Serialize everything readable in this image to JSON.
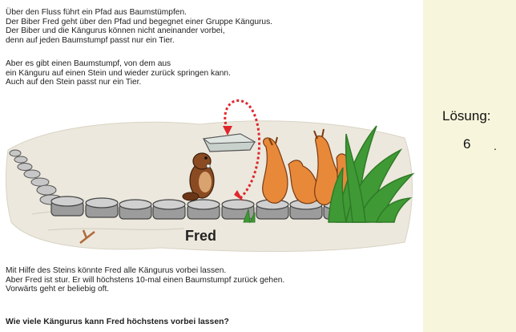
{
  "task": {
    "paragraph1": "Über den Fluss führt ein Pfad aus Baumstümpfen.\nDer Biber Fred geht über den Pfad und begegnet einer Gruppe Kängurus.\nDer Biber und die Kängurus können nicht aneinander vorbei,\ndenn auf jeden Baumstumpf passt nur ein Tier.",
    "paragraph2": "Aber es gibt einen Baumstumpf, von dem aus\nein Känguru auf einen Stein und wieder zurück springen kann.\nAuch auf den Stein passt nur ein Tier.",
    "paragraph3": "Mit Hilfe des Steins könnte Fred alle Kängurus vorbei lassen.\nAber Fred ist stur. Er will höchstens 10-mal einen Baumstumpf zurück gehen.\nVorwärts geht er beliebig oft.",
    "question": "Wie viele Kängurus kann Fred höchstens vorbei lassen?"
  },
  "illustration": {
    "beaver_label": "Fred"
  },
  "solution": {
    "label": "Lösung:",
    "value": "6",
    "trailing": "."
  },
  "colors": {
    "sidebar_bg": "#f7f5dc",
    "arrow": "#e0262b",
    "kangaroo": "#e8893a",
    "grass": "#3f9a35",
    "stump": "#b9b9b9"
  }
}
